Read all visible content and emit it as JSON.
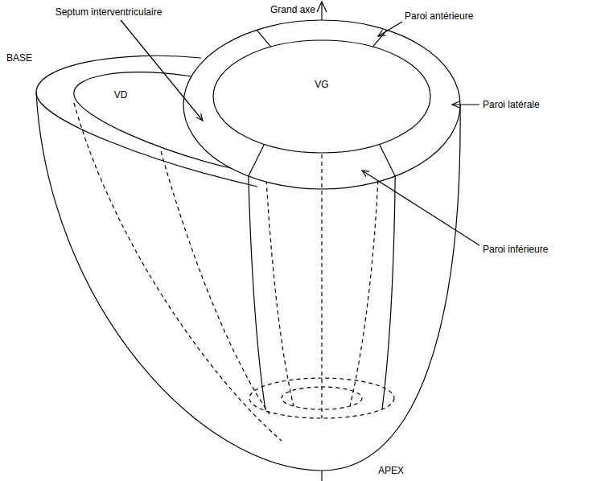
{
  "diagram": {
    "labels": [
      "Septum interventriculaire",
      "Grand axe",
      "Paroi antérieure",
      "BASE",
      "VD",
      "VG",
      "Paroi latérale",
      "Paroi inférieure",
      "APEX"
    ]
  }
}
